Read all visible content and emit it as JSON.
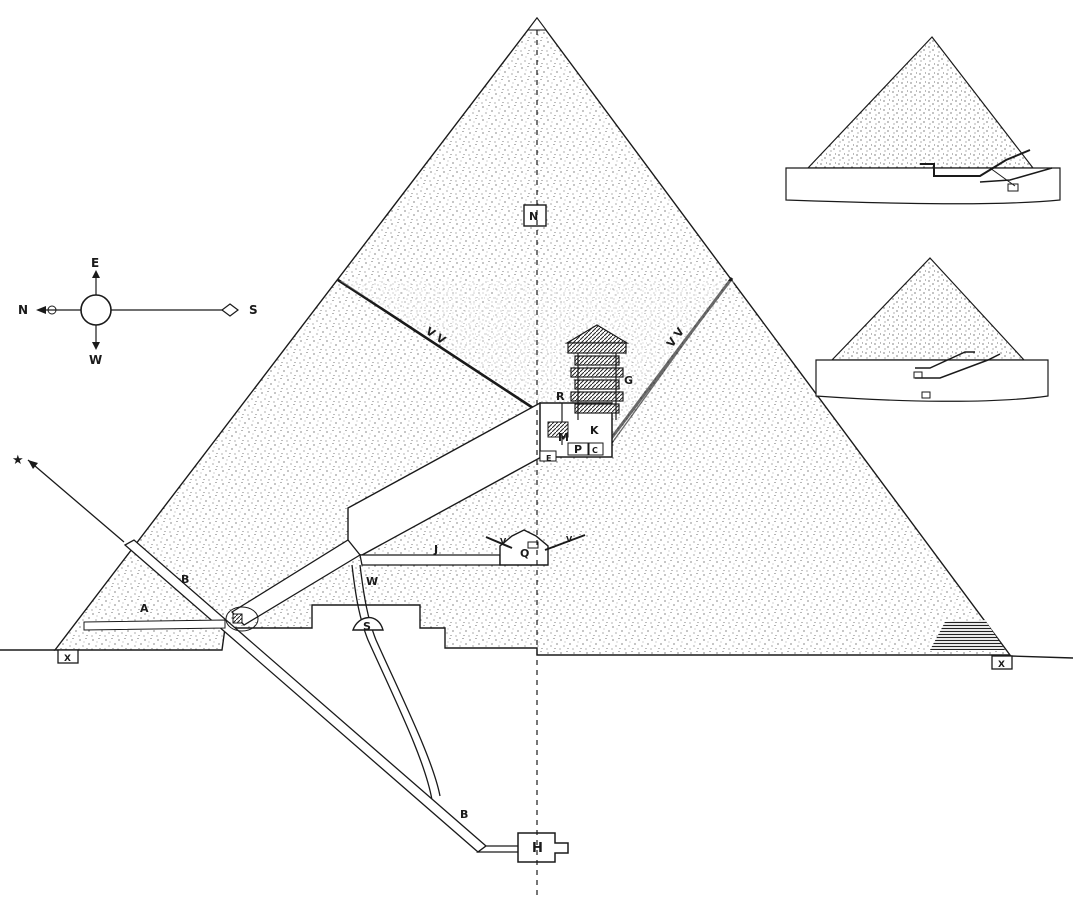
{
  "compass": {
    "north": "N",
    "south": "S",
    "east": "E",
    "west": "W"
  },
  "labels": {
    "N": "N",
    "R": "R",
    "G": "G",
    "M": "M",
    "K": "K",
    "P": "P",
    "C": "C",
    "E": "E",
    "J": "J",
    "Q": "Q",
    "W": "W",
    "S": "S",
    "H": "H",
    "A": "A",
    "B_upper": "B",
    "B_lower": "B",
    "X_left": "X",
    "X_right": "X",
    "VV_left": "V V",
    "VV_right": "V V",
    "V_left": "V",
    "V_right": "V"
  }
}
